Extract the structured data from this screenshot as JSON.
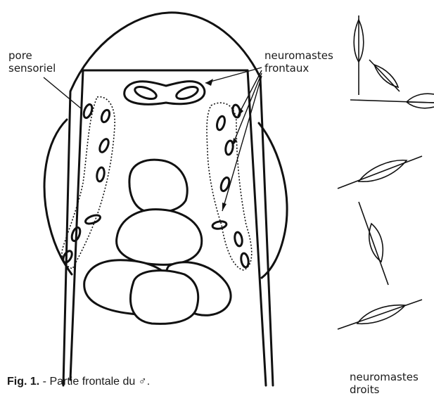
{
  "labels": {
    "pore_line1": "pore",
    "pore_line2": "sensoriel",
    "neuro_frontaux_line1": "neuromastes",
    "neuro_frontaux_line2": "frontaux",
    "neuro_droits_line1": "neuromastes",
    "neuro_droits_line2": "droits"
  },
  "caption": {
    "fig": "Fig. 1.",
    "dash": " - ",
    "text": "Partie frontale du ",
    "symbol": "♂",
    "end": "."
  }
}
